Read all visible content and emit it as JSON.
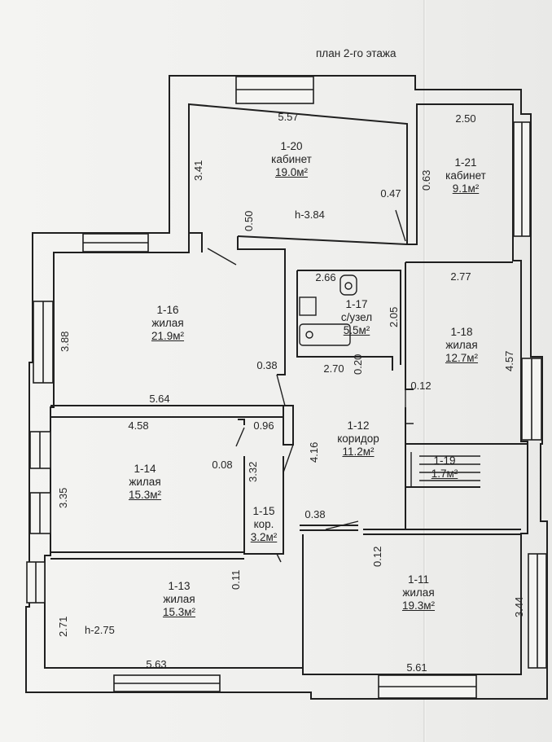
{
  "title": "план 2-го этажа",
  "rooms": {
    "r20": {
      "id": "1-20",
      "name": "кабинет",
      "area": "19.0м²"
    },
    "r21": {
      "id": "1-21",
      "name": "кабинет",
      "area": "9.1м²"
    },
    "r16": {
      "id": "1-16",
      "name": "жилая",
      "area": "21.9м²"
    },
    "r17": {
      "id": "1-17",
      "name": "с/узел",
      "area": "5.5м²"
    },
    "r18": {
      "id": "1-18",
      "name": "жилая",
      "area": "12.7м²"
    },
    "r12": {
      "id": "1-12",
      "name": "коридор",
      "area": "11.2м²"
    },
    "r14": {
      "id": "1-14",
      "name": "жилая",
      "area": "15.3м²"
    },
    "r15": {
      "id": "1-15",
      "name": "кор.",
      "area": "3.2м²"
    },
    "r19": {
      "id": "1-19",
      "area": "1.7м²"
    },
    "r13": {
      "id": "1-13",
      "name": "жилая",
      "area": "15.3м²"
    },
    "r11": {
      "id": "1-11",
      "name": "жилая",
      "area": "19.3м²"
    }
  },
  "dims": {
    "d557": "5.57",
    "d250": "2.50",
    "d341": "3.41",
    "d063": "0.63",
    "d047": "0.47",
    "d050": "0.50",
    "h384": "h-3.84",
    "d266": "2.66",
    "d277": "2.77",
    "d388": "3.88",
    "d205": "2.05",
    "d457": "4.57",
    "d038a": "0.38",
    "d270": "2.70",
    "d020": "0.20",
    "d012a": "0.12",
    "d564": "5.64",
    "d458": "4.58",
    "d096": "0.96",
    "d416": "4.16",
    "d008": "0.08",
    "d332": "3.32",
    "d335": "3.35",
    "d038b": "0.38",
    "d012b": "0.12",
    "d011": "0.11",
    "d344": "3.44",
    "d271": "2.71",
    "h275": "h-2.75",
    "d563": "5.63",
    "d561": "5.61"
  }
}
